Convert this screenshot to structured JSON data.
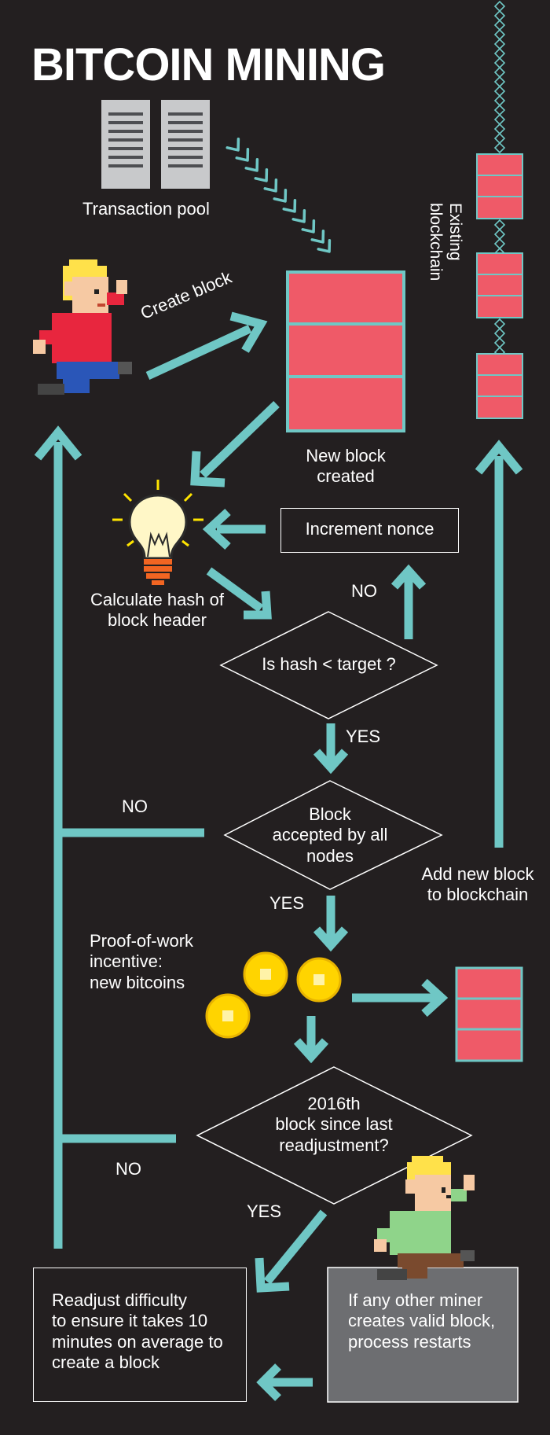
{
  "title": "BITCOIN MINING",
  "labels": {
    "transaction_pool": "Transaction pool",
    "create_block": "Create block",
    "existing_blockchain": "Existing blockchain",
    "new_block_created": "New block\ncreated",
    "increment_nonce": "Increment nonce",
    "calculate_hash": "Calculate hash of\nblock header",
    "is_hash_target": "Is hash < target ?",
    "no_hash": "NO",
    "yes_hash": "YES",
    "block_accepted": "Block\naccepted by all\nnodes",
    "no_accepted": "NO",
    "yes_accepted": "YES",
    "add_new_block": "Add new block\nto blockchain",
    "proof_of_work": "Proof-of-work\nincentive:\nnew bitcoins",
    "readjust_question": "2016th\nblock since last\nreadjustment?",
    "no_readjust": "NO",
    "yes_readjust": "YES",
    "readjust_difficulty": "Readjust difficulty\nto ensure it takes 10\nminutes on average to\ncreate a block",
    "other_miner": "If any other miner\ncreates valid block,\nprocess restarts"
  },
  "colors": {
    "background": "#231f20",
    "arrow": "#6fc7c5",
    "block_fill": "#ef5a68",
    "block_border": "#6fc7c5",
    "coin": "#f7c800",
    "server": "#c8c9cb",
    "gray_box": "#6d6e71"
  }
}
